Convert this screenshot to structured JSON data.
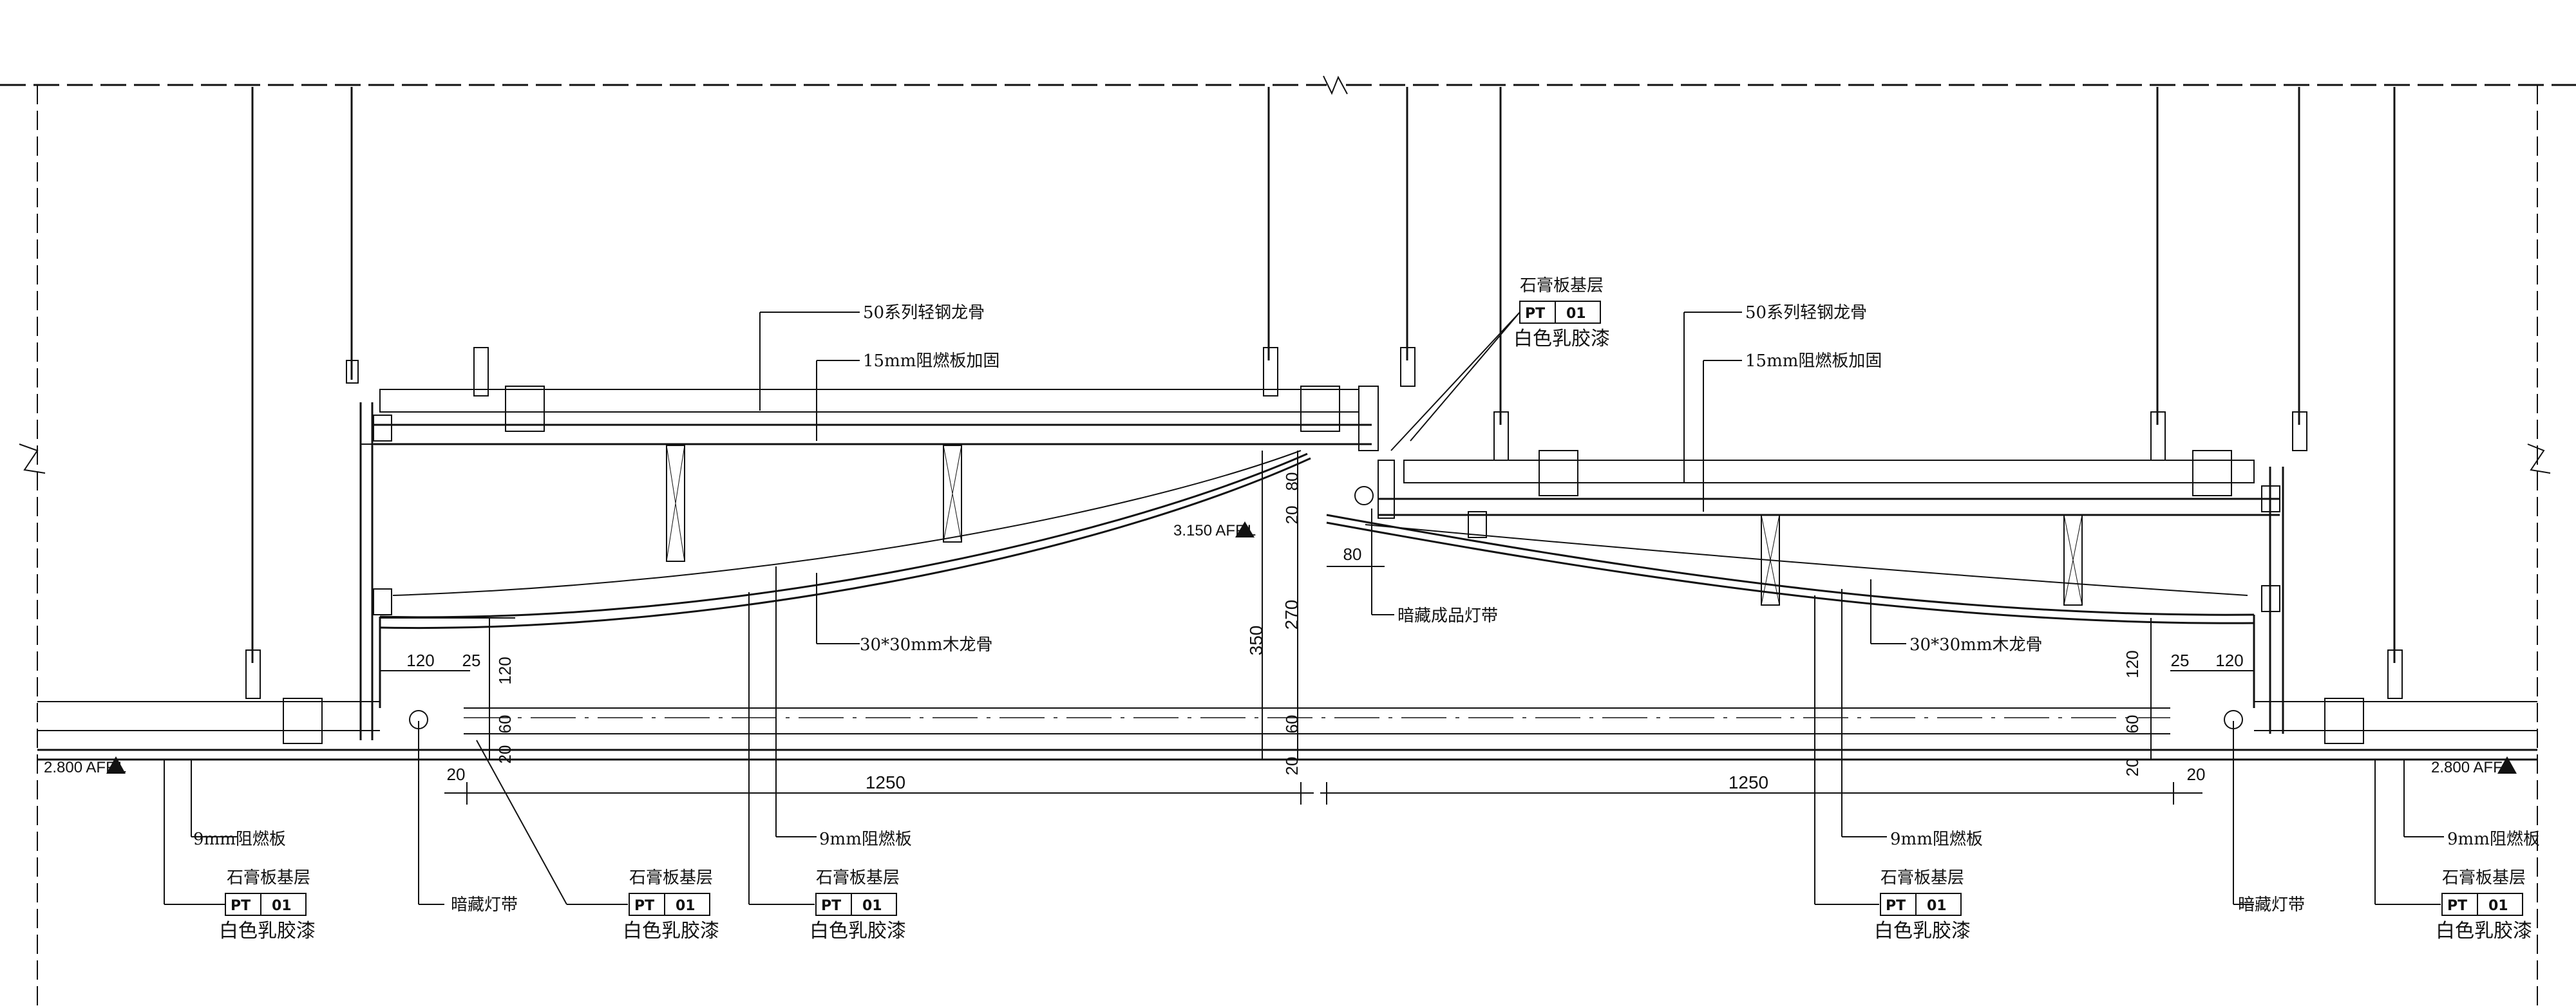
{
  "drawing": {
    "level_marks": {
      "left": "2.800 AFF.L",
      "center": "3.150 AFF.L",
      "right": "2.800 AFF.L"
    },
    "top_callouts": {
      "left_steel": "50系列轻钢龙骨",
      "left_board": "15mm阻燃板加固",
      "right_steel": "50系列轻钢龙骨",
      "right_board": "15mm阻燃板加固",
      "center_base": "石膏板基层",
      "center_tag_code": "PT",
      "center_tag_num": "01",
      "center_finish": "白色乳胶漆"
    },
    "mid_callouts": {
      "left_batten": "30*30mm木龙骨",
      "right_batten": "30*30mm木龙骨",
      "center_led": "暗藏成品灯带"
    },
    "bottom_callouts": {
      "a_board": "9mm阻燃板",
      "a_base": "石膏板基层",
      "a_code": "PT",
      "a_num": "01",
      "a_finish": "白色乳胶漆",
      "b_led": "暗藏灯带",
      "c_base": "石膏板基层",
      "c_code": "PT",
      "c_num": "01",
      "c_finish": "白色乳胶漆",
      "d_board": "9mm阻燃板",
      "d_base": "石膏板基层",
      "d_code": "PT",
      "d_num": "01",
      "d_finish": "白色乳胶漆",
      "e_board": "9mm阻燃板",
      "e_base": "石膏板基层",
      "e_code": "PT",
      "e_num": "01",
      "e_finish": "白色乳胶漆",
      "f_led": "暗藏灯带",
      "g_board": "9mm阻燃板",
      "g_base": "石膏板基层",
      "g_code": "PT",
      "g_num": "01",
      "g_finish": "白色乳胶漆"
    },
    "dimensions": {
      "span_left": "1250",
      "span_right": "1250",
      "d120_l": "120",
      "d25_l": "25",
      "d120v_l": "120",
      "d60_l": "60",
      "d20_l": "20",
      "d20h_l": "20",
      "d80v": "80",
      "d20v": "20",
      "d80h": "80",
      "d350": "350",
      "d270": "270",
      "d60c": "60",
      "d20c": "20",
      "d120_r": "120",
      "d25_r": "25",
      "d120v_r": "120",
      "d60_r": "60",
      "d20_r": "20",
      "d20h_r": "20"
    }
  }
}
